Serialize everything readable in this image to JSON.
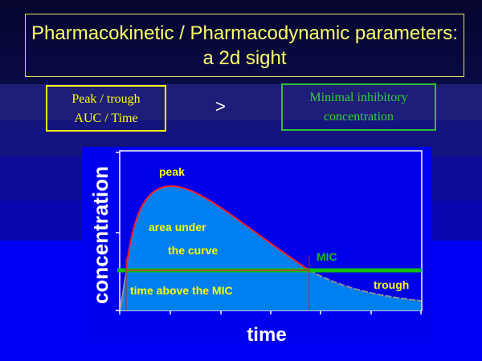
{
  "title": {
    "line1": "Pharmacokinetic / Pharmacodynamic parameters:",
    "line2": "a 2d sight"
  },
  "left_box": {
    "line1": "Peak / trough",
    "line2": "AUC / Time"
  },
  "comparator": ">",
  "right_box": {
    "line1": "Minimal inhibitory",
    "line2": "concentration"
  },
  "chart": {
    "ylabel": "concentration",
    "xlabel": "time",
    "peak": "peak",
    "auc1": "area under",
    "auc2": "the curve",
    "mic": "MIC",
    "time_above": "time above the MIC",
    "trough": "trough"
  },
  "colors": {
    "curve": "#ff2020",
    "mic": "#10c010",
    "fill": "#0080f0",
    "text": "#ffff00"
  }
}
